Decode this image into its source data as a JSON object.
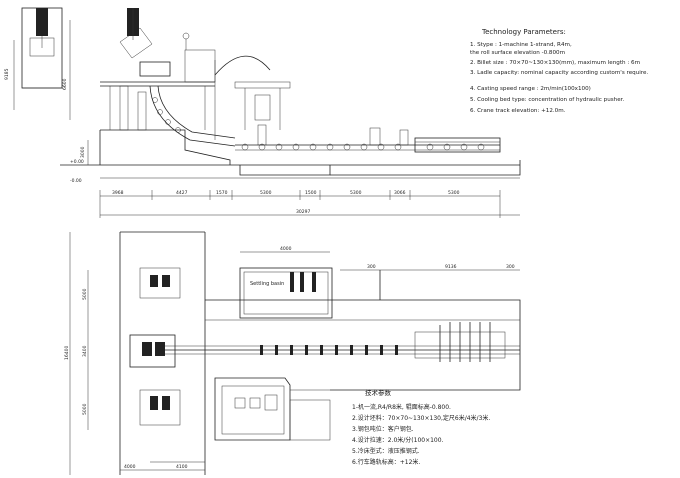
{
  "tech_params_en": {
    "title": "Technology Parameters:",
    "items": [
      "1. Stype :          1-machine 1-strand, R4m,",
      "                       the roll surface elevation -0.800m",
      "2. Billet size :     70×70~130×130(mm),  maximum length : 6m",
      "3. Ladle capacity: nominal capacity according custom's require.",
      "4. Casting speed range :         2m/min(100x100)",
      "5. Cooling bed type:            concentration of hydraulic pusher.",
      "6. Crane track elevation:          +12.0m."
    ]
  },
  "tech_params_cn": {
    "title": "技术参数",
    "items": [
      "1-机一流,R4/R8米, 辊面标高-0.800.",
      "2.设计坯料：70×70~130×130,定尺6米/4米/3米.",
      "3.钢包吨位：客户钢包.",
      "4.设计拉速：2.0米/分(100×100.",
      "5.冷床型式：液压推钢式.",
      "6.行车路轨标高：+12米."
    ]
  },
  "elevation_dims": [
    "3968",
    "4427",
    "1570",
    "5300",
    "1500",
    "5300",
    "3066",
    "5300"
  ],
  "elevation_total": "30297",
  "elevation_levels": [
    "9185",
    "6600",
    "3000",
    "+0.00",
    "-0.00"
  ],
  "plan_dims": {
    "top": [
      "4000",
      "300",
      "9136",
      "300"
    ],
    "left": [
      "5000",
      "3400",
      "5000"
    ],
    "left_total": "16400",
    "bottom": [
      "4000",
      "4100"
    ]
  },
  "plan_label": "Settling basin"
}
